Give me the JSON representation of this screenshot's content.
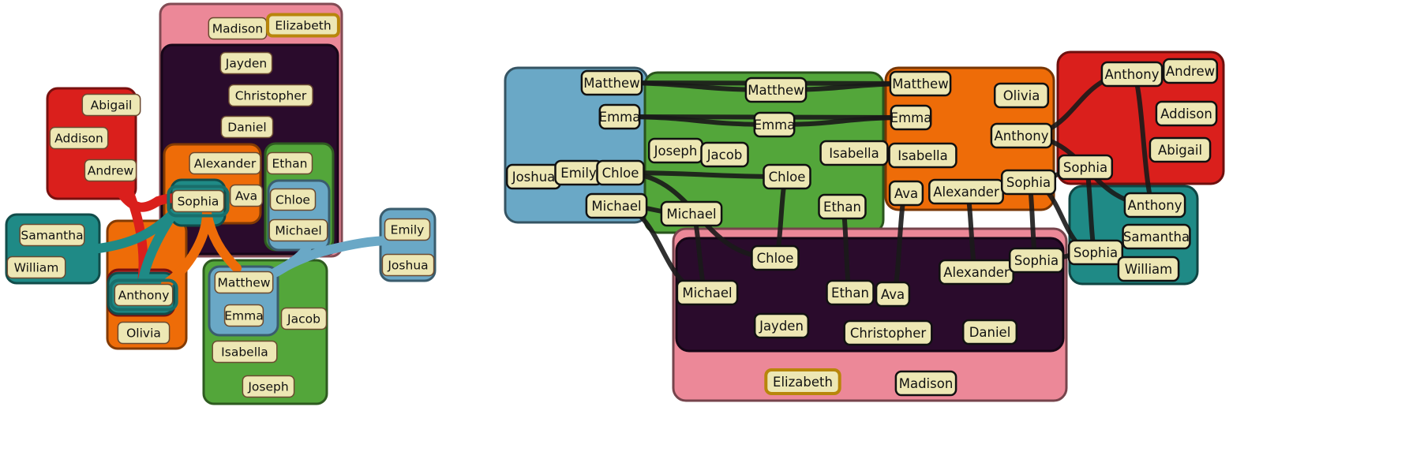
{
  "colors": {
    "pink": "#ec8898",
    "purple": "#2a0b2c",
    "orange": "#ee6c08",
    "green": "#53a63a",
    "red": "#da1f1c",
    "teal": "#1f8a86",
    "blue": "#6aa8c6",
    "node_fill": "#ede7b4",
    "gold": "#b8860b",
    "edge": "#1a1a1a"
  },
  "diagrams": [
    {
      "id": "left",
      "groups": [
        {
          "id": "pink",
          "color": "pink"
        },
        {
          "id": "purple",
          "color": "purple"
        },
        {
          "id": "orange",
          "color": "orange"
        },
        {
          "id": "green",
          "color": "green"
        },
        {
          "id": "red",
          "color": "red"
        },
        {
          "id": "teal",
          "color": "teal"
        },
        {
          "id": "blue",
          "color": "blue"
        }
      ],
      "nodes": [
        {
          "label": "Madison"
        },
        {
          "label": "Elizabeth",
          "highlight": true
        },
        {
          "label": "Jayden"
        },
        {
          "label": "Christopher"
        },
        {
          "label": "Daniel"
        },
        {
          "label": "Alexander"
        },
        {
          "label": "Ava"
        },
        {
          "label": "Sophia"
        },
        {
          "label": "Ethan"
        },
        {
          "label": "Chloe"
        },
        {
          "label": "Michael"
        },
        {
          "label": "Abigail"
        },
        {
          "label": "Addison"
        },
        {
          "label": "Andrew"
        },
        {
          "label": "Samantha"
        },
        {
          "label": "William"
        },
        {
          "label": "Anthony"
        },
        {
          "label": "Olivia"
        },
        {
          "label": "Matthew"
        },
        {
          "label": "Emma"
        },
        {
          "label": "Isabella"
        },
        {
          "label": "Jacob"
        },
        {
          "label": "Joseph"
        },
        {
          "label": "Emily"
        },
        {
          "label": "Joshua"
        }
      ]
    },
    {
      "id": "right",
      "groups": [
        {
          "id": "blue",
          "color": "blue"
        },
        {
          "id": "green",
          "color": "green"
        },
        {
          "id": "orange",
          "color": "orange"
        },
        {
          "id": "red",
          "color": "red"
        },
        {
          "id": "teal",
          "color": "teal"
        },
        {
          "id": "pink",
          "color": "pink"
        },
        {
          "id": "purple",
          "color": "purple"
        }
      ],
      "nodes": [
        {
          "label": "Matthew"
        },
        {
          "label": "Emma"
        },
        {
          "label": "Joshua"
        },
        {
          "label": "Emily"
        },
        {
          "label": "Chloe"
        },
        {
          "label": "Michael"
        },
        {
          "label": "Matthew"
        },
        {
          "label": "Emma"
        },
        {
          "label": "Joseph"
        },
        {
          "label": "Jacob"
        },
        {
          "label": "Chloe"
        },
        {
          "label": "Michael"
        },
        {
          "label": "Isabella"
        },
        {
          "label": "Ethan"
        },
        {
          "label": "Matthew"
        },
        {
          "label": "Emma"
        },
        {
          "label": "Olivia"
        },
        {
          "label": "Isabella"
        },
        {
          "label": "Ava"
        },
        {
          "label": "Alexander"
        },
        {
          "label": "Sophia"
        },
        {
          "label": "Anthony"
        },
        {
          "label": "Anthony"
        },
        {
          "label": "Andrew"
        },
        {
          "label": "Addison"
        },
        {
          "label": "Abigail"
        },
        {
          "label": "Sophia"
        },
        {
          "label": "Anthony"
        },
        {
          "label": "Samantha"
        },
        {
          "label": "Sophia"
        },
        {
          "label": "William"
        },
        {
          "label": "Chloe"
        },
        {
          "label": "Michael"
        },
        {
          "label": "Ethan"
        },
        {
          "label": "Ava"
        },
        {
          "label": "Alexander"
        },
        {
          "label": "Sophia"
        },
        {
          "label": "Jayden"
        },
        {
          "label": "Christopher"
        },
        {
          "label": "Daniel"
        },
        {
          "label": "Elizabeth",
          "highlight": true
        },
        {
          "label": "Madison"
        }
      ]
    }
  ]
}
